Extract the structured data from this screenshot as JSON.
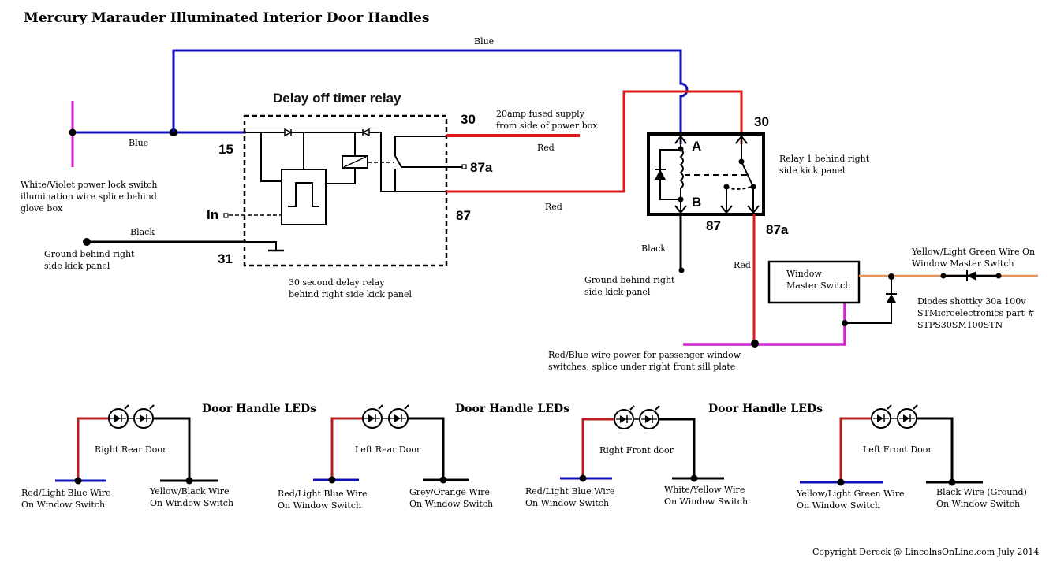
{
  "title": "Mercury Marauder Illuminated Interior Door Handles",
  "colors": {
    "blue_wire": "#1010b8",
    "red_wire": "#e01818",
    "dark_red_wire": "#b82020",
    "violet_wire": "#d020d0",
    "orange_wire": "#e8955a",
    "black_wire": "#000000",
    "background": "#ffffff"
  },
  "wire_labels": {
    "blue_top": "Blue",
    "blue_left": "Blue",
    "black_left": "Black",
    "red_30": "Red",
    "red_87": "Red",
    "black_relay1": "Black",
    "red_relay1": "Red"
  },
  "notes": {
    "white_violet": [
      "White/Violet power lock switch",
      "illumination wire splice behind",
      "glove box"
    ],
    "ground_left": [
      "Ground behind right",
      "side kick panel"
    ],
    "supply": [
      "20amp fused supply",
      "from side of power box"
    ],
    "delay_relay": [
      "30 second delay relay",
      "behind right side kick panel"
    ],
    "relay1": [
      "Relay 1 behind right",
      "side kick panel"
    ],
    "ground_relay1": [
      "Ground behind right",
      "side kick panel"
    ],
    "red_blue": [
      "Red/Blue wire power for passenger window",
      "switches, splice under right front sill plate"
    ],
    "yellow_green": [
      "Yellow/Light Green Wire On",
      "Window Master Switch"
    ],
    "diodes": [
      "Diodes shottky 30a 100v",
      "STMicroelectronics part #",
      "STPS30SM100STN"
    ],
    "copyright": "Copyright Dereck @ LincolnsOnLine.com July 2014"
  },
  "delay_relay": {
    "title": "Delay off timer relay",
    "pins": {
      "p15": "15",
      "in": "In",
      "p31": "31",
      "p30": "30",
      "p87a": "87a",
      "p87": "87"
    }
  },
  "relay1": {
    "pins": {
      "a": "A",
      "b": "B",
      "p30": "30",
      "p87": "87",
      "p87a": "87a"
    }
  },
  "window_master_switch": [
    "Window",
    "Master Switch"
  ],
  "led_heading": "Door Handle LEDs",
  "doors": [
    {
      "name": "Right Rear Door",
      "left_wire": [
        "Red/Light Blue Wire",
        "On Window Switch"
      ],
      "right_wire": [
        "Yellow/Black Wire",
        "On Window Switch"
      ]
    },
    {
      "name": "Left Rear Door",
      "left_wire": [
        "Red/Light Blue Wire",
        "On Window Switch"
      ],
      "right_wire": [
        "Grey/Orange Wire",
        "On Window Switch"
      ]
    },
    {
      "name": "Right Front door",
      "left_wire": [
        "Red/Light Blue Wire",
        "On Window Switch"
      ],
      "right_wire": [
        "White/Yellow Wire",
        "On Window Switch"
      ]
    },
    {
      "name": "Left Front Door",
      "left_wire": [
        "Yellow/Light Green Wire",
        "On Window Switch"
      ],
      "right_wire": [
        "Black Wire (Ground)",
        "On Window Switch"
      ]
    }
  ]
}
